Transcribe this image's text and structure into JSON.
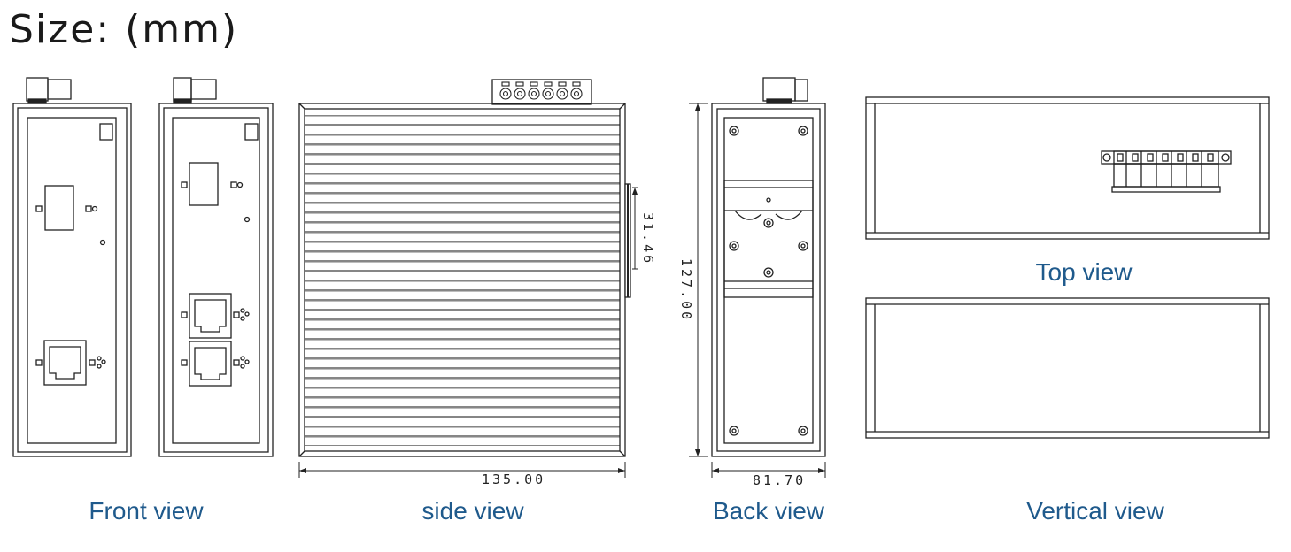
{
  "title": "Size: (mm)",
  "views": {
    "front": "Front view",
    "side": "side view",
    "back": "Back view",
    "vertical": "Vertical view",
    "top": "Top view"
  },
  "dimensions": {
    "side_width": "135.00",
    "side_depth": "31.46",
    "back_height": "127.00",
    "back_width": "81.70"
  },
  "colors": {
    "label": "#1f5a8c",
    "line": "#222222"
  }
}
